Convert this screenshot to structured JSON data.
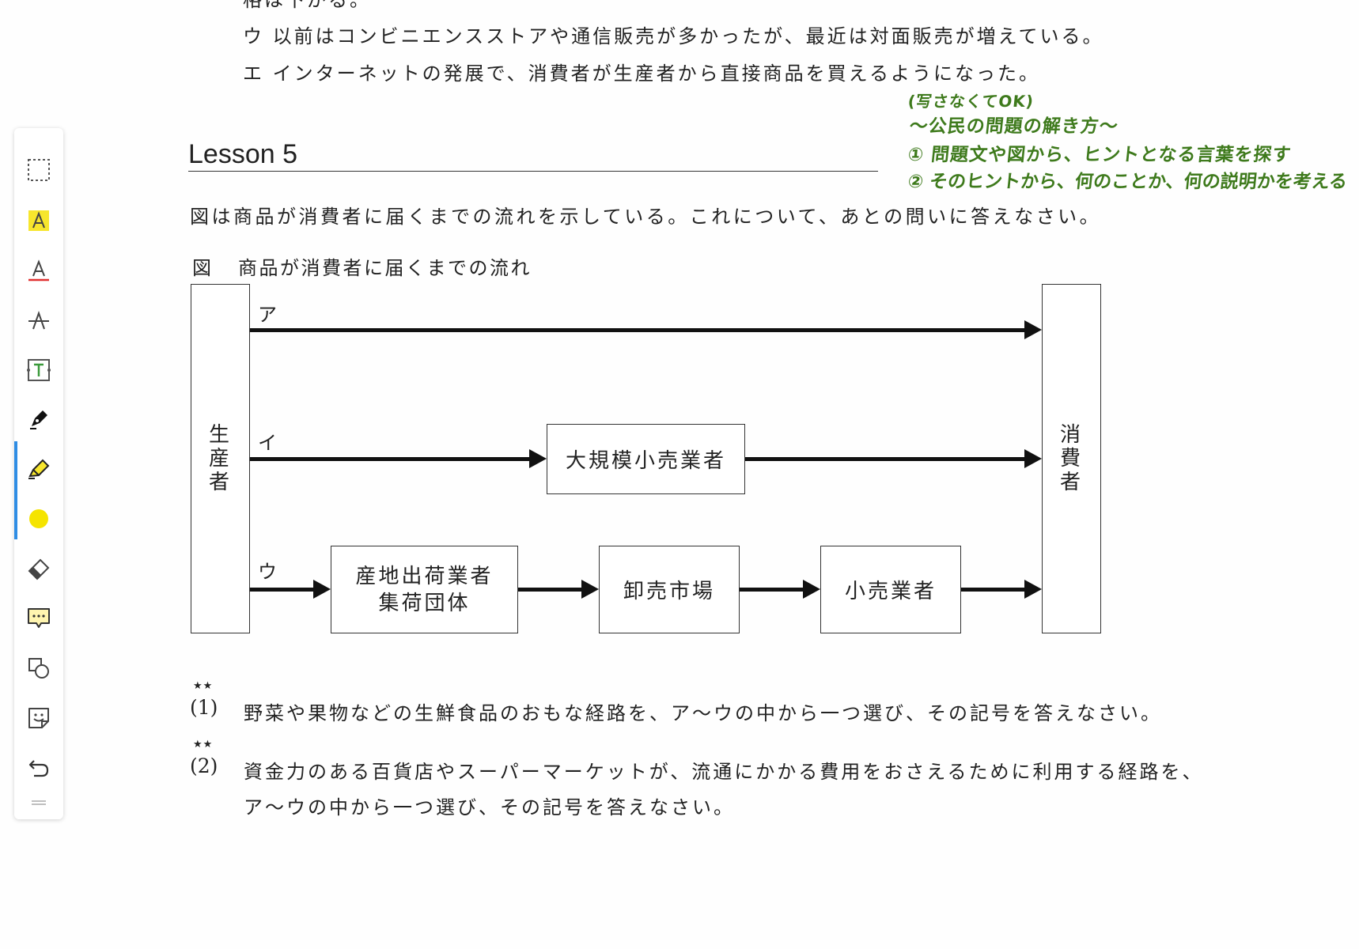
{
  "top_text": {
    "line0": "格は下がる。",
    "line1": "ウ 以前はコンビニエンスストアや通信販売が多かったが、最近は対面販売が増えている。",
    "line2": "エ インターネットの発展で、消費者が生産者から直接商品を買えるようになった。"
  },
  "note": {
    "line1": "(写さなくてOK)",
    "line2": "～公民の問題の解き方～",
    "line3": "① 問題文や図から、ヒントとなる言葉を探す",
    "line4": "② そのヒントから、何のことか、何の説明かを考える"
  },
  "lesson": {
    "title": "Lesson 5",
    "intro": "図は商品が消費者に届くまでの流れを示している。これについて、あとの問いに答えなさい。",
    "figure_label": "図",
    "figure_title": "商品が消費者に届くまでの流れ"
  },
  "diagram": {
    "producer": [
      "生",
      "産",
      "者"
    ],
    "consumer": [
      "消",
      "費",
      "者"
    ],
    "route_a": "ア",
    "route_i": "イ",
    "route_u": "ウ",
    "large_retailer": "大規模小売業者",
    "origin_shipper_1": "産地出荷業者",
    "origin_shipper_2": "集荷団体",
    "wholesale_market": "卸売市場",
    "retailer": "小売業者"
  },
  "questions": [
    {
      "stars": "★★",
      "number": "(1)",
      "text": "野菜や果物などの生鮮食品のおもな経路を、ア～ウの中から一つ選び、その記号を答えなさい。"
    },
    {
      "stars": "★★",
      "number": "(2)",
      "text_line1": "資金力のある百貨店やスーパーマーケットが、流通にかかる費用をおさえるために利用する経路を、",
      "text_line2": "ア～ウの中から一つ選び、その記号を答えなさい。"
    }
  ],
  "toolbar": {
    "icons": [
      "lasso-select-icon",
      "highlight-text-icon",
      "underline-text-icon",
      "strikethrough-text-icon",
      "text-box-icon",
      "pen-icon",
      "highlighter-icon",
      "color-yellow",
      "eraser-icon",
      "comment-icon",
      "shapes-icon",
      "sticker-icon",
      "undo-icon",
      "drag-handle-icon"
    ],
    "active_tool": "highlighter-icon",
    "accent_color": "#2f8de4",
    "highlight_color": "#f5e400"
  }
}
